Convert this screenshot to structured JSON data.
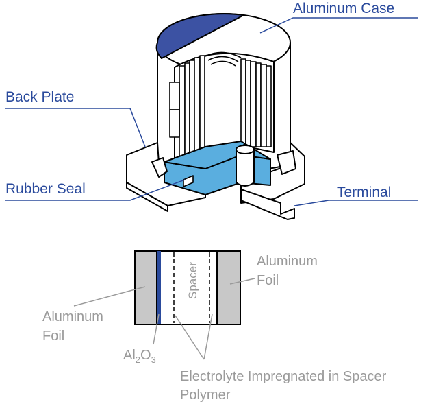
{
  "capacitor_labels": {
    "aluminum_case": "Aluminum Case",
    "back_plate": "Back Plate",
    "rubber_seal": "Rubber Seal",
    "terminal": "Terminal"
  },
  "cross_section_labels": {
    "aluminum_foil_right_line1": "Aluminum",
    "aluminum_foil_right_line2": "Foil",
    "aluminum_foil_left_line1": "Aluminum",
    "aluminum_foil_left_line2": "Foil",
    "spacer": "Spacer",
    "oxide_base_1": "Al",
    "oxide_sub_1": "2",
    "oxide_base_2": "O",
    "oxide_sub_2": "3",
    "electrolyte_line1": "Electrolyte Impregnated in Spacer",
    "electrolyte_line2": "Polymer"
  },
  "colors": {
    "label_blue": "#2a4a9c",
    "case_top_blue": "#3c52a3",
    "seal_blue": "#5aaedf",
    "label_grey": "#9a9a9a",
    "foil_grey": "#c8c8c8"
  }
}
